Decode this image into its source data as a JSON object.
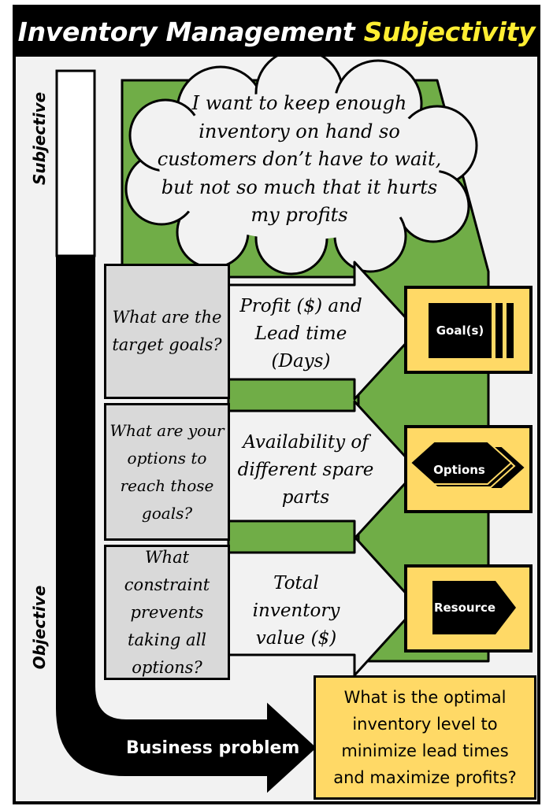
{
  "title": {
    "main": "Inventory Management",
    "accent": "Subjectivity"
  },
  "axis": {
    "top_label": "Subjective",
    "bottom_label": "Objective"
  },
  "cloud": {
    "text": "I want to keep enough inventory on hand so customers don’t have to wait, but not so much that it hurts my profits"
  },
  "rows": [
    {
      "question": "What are the target goals?",
      "answer": "Profit ($) and Lead time (Days)",
      "icon_label": "Goal(s)"
    },
    {
      "question": "What are your options to reach those goals?",
      "answer": "Availability of different spare parts",
      "icon_label": "Options"
    },
    {
      "question": "What constraint prevents taking all options?",
      "answer": "Total inventory value ($)",
      "icon_label": "Resource"
    }
  ],
  "business_problem": {
    "label": "Business problem",
    "question": "What is the optimal inventory level to minimize lead times and maximize profits?"
  },
  "colors": {
    "green": "#70ad47",
    "gold": "#ffd966",
    "gray": "#d9d9d9",
    "panel": "#f2f2f2",
    "title_accent": "#ffee32"
  }
}
